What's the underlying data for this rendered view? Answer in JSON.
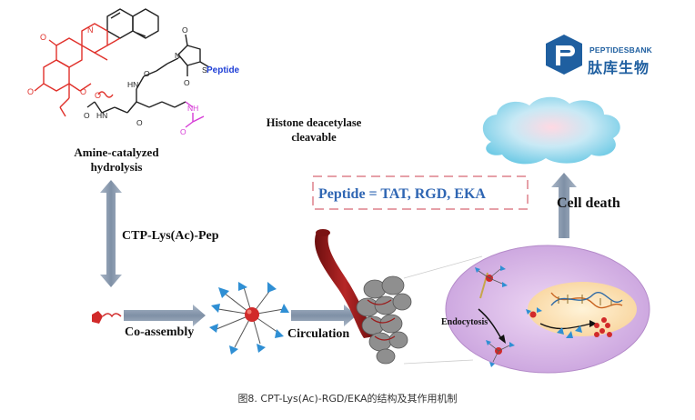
{
  "diagram": {
    "chem_label_peptide": "Peptide",
    "label_amine_catalyzed": "Amine-catalyzed hydrolysis",
    "label_histone": "Histone deacetylase cleavable",
    "label_ctp": "CTP-Lys(Ac)-Pep",
    "label_peptide_eq": "Peptide = TAT, RGD, EKA",
    "label_coassembly": "Co-assembly",
    "label_circulation": "Circulation",
    "label_endocytosis": "Endocytosis",
    "label_cell_death": "Cell death"
  },
  "logo": {
    "text_en": "PEPTIDESBANK",
    "text_cn": "肽库生物",
    "color": "#1f5fa0"
  },
  "caption": "图8. CPT-Lys(Ac)-RGD/EKA的结构及其作用机制",
  "colors": {
    "drug_red": "#e0302a",
    "linker_black": "#222222",
    "acetyl_magenta": "#d63bd6",
    "arrow_gray": "#8d9db0",
    "peptide_blue": "#2f66b3",
    "cell_fill": "#d9b7e6",
    "nucleus_fill": "#fbe2b6",
    "cloud_fill": "#7fd3ea",
    "vessel_red": "#9b1b1b"
  }
}
